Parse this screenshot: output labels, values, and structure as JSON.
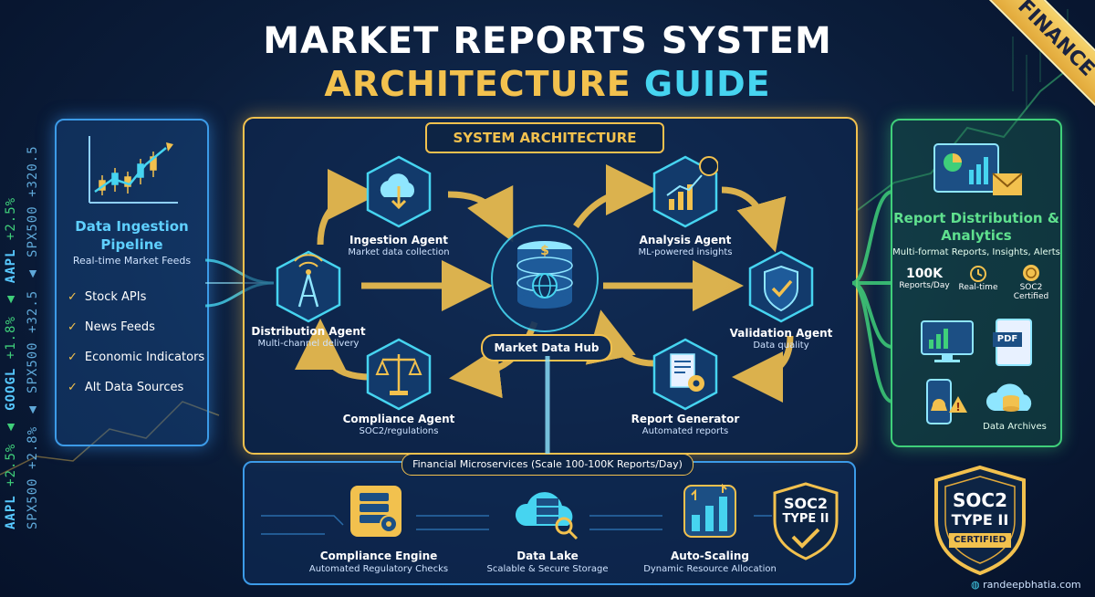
{
  "header": {
    "title_line1": "MARKET REPORTS SYSTEM",
    "title_line2_a": "ARCHITECTURE",
    "title_line2_b": "GUIDE",
    "ribbon": "FINANCE"
  },
  "tickers": {
    "col1": [
      {
        "sym": "AAPL",
        "chg": "+2.5%"
      },
      {
        "sym": "GOOGL",
        "chg": "+1.8%"
      },
      {
        "sym": "AAPL",
        "chg": "+2.5%"
      }
    ],
    "col2": [
      {
        "sym": "SPX500",
        "chg": "+320.5"
      },
      {
        "sym": "SPX500",
        "chg": "+32.5"
      },
      {
        "sym": "SPX500",
        "chg": "+2.8%"
      }
    ]
  },
  "ingestion": {
    "title": "Data Ingestion Pipeline",
    "subtitle": "Real-time Market Feeds",
    "items": [
      "Stock APIs",
      "News Feeds",
      "Economic Indicators",
      "Alt Data Sources"
    ]
  },
  "architecture": {
    "header": "SYSTEM ARCHITECTURE",
    "hub": "Market Data Hub",
    "agents": [
      {
        "name": "Ingestion Agent",
        "desc": "Market data collection",
        "icon": "cloud-download-icon"
      },
      {
        "name": "Analysis Agent",
        "desc": "ML-powered insights",
        "icon": "chart-brain-icon"
      },
      {
        "name": "Distribution Agent",
        "desc": "Multi-channel delivery",
        "icon": "antenna-tower-icon"
      },
      {
        "name": "Validation Agent",
        "desc": "Data quality",
        "icon": "shield-check-icon"
      },
      {
        "name": "Compliance Agent",
        "desc": "SOC2/regulations",
        "icon": "scales-gavel-icon"
      },
      {
        "name": "Report Generator",
        "desc": "Automated reports",
        "icon": "report-gear-icon"
      }
    ]
  },
  "distribution": {
    "title": "Report Distribution & Analytics",
    "subtitle": "Multi-format Reports, Insights, Alerts",
    "stats": [
      {
        "value": "100K",
        "label": "Reports/Day"
      },
      {
        "value": "",
        "label": "Real-time"
      },
      {
        "value": "",
        "label": "SOC2 Certified"
      }
    ],
    "pdf_label": "PDF",
    "archives": "Data Archives"
  },
  "microservices": {
    "header": "Financial Microservices (Scale 100-100K Reports/Day)",
    "services": [
      {
        "name": "Compliance Engine",
        "desc": "Automated Regulatory Checks",
        "icon": "server-gear-icon"
      },
      {
        "name": "Data Lake",
        "desc": "Scalable & Secure Storage",
        "icon": "cloud-database-icon"
      },
      {
        "name": "Auto-Scaling",
        "desc": "Dynamic Resource Allocation",
        "icon": "scaling-bars-icon"
      }
    ],
    "badge_line1": "SOC2",
    "badge_line2": "TYPE II"
  },
  "certified_badge": {
    "line1": "SOC2",
    "line2": "TYPE II",
    "line3": "CERTIFIED"
  },
  "footer": "randeepbhatia.com",
  "colors": {
    "gold": "#f2c14e",
    "cyan": "#46d4f0",
    "blue_panel": "#3c9be8",
    "green_panel": "#3fcf7a",
    "background": "#0b1d3a"
  }
}
